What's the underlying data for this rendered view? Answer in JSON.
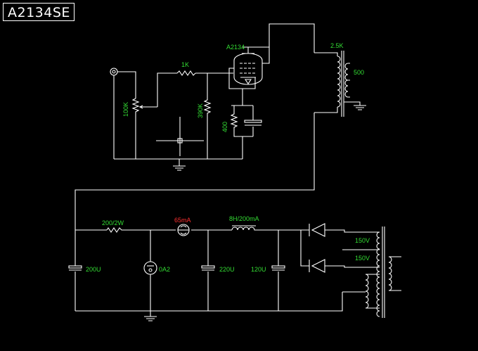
{
  "title": "A2134SE",
  "colors": {
    "background": "#000000",
    "wire": "#ffffff",
    "label": "#33dd33",
    "current_label": "#ff3030"
  },
  "labels": {
    "tube": "A2134",
    "grid_stopper": "1K",
    "volume_pot": "100K",
    "grid_leak": "390K",
    "cathode_resistor": "400",
    "output_primary": "2.5K",
    "output_secondary": "500",
    "dropping_resistor": "200/2W",
    "current_regulator": "65mA",
    "choke": "8H/200mA",
    "cap_input": "200U",
    "regulator_tube": "0A2",
    "cap_mid": "220U",
    "cap_output": "120U",
    "secondary_top": "150V",
    "secondary_bottom": "150V"
  }
}
